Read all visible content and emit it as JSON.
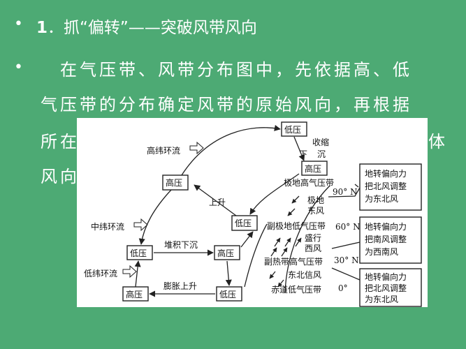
{
  "slide": {
    "title_number": "1",
    "title_rest": "．抓“偏转”——突破风带风向",
    "para_line1": "　在气压带、风带分布图中，先依据高、低",
    "para_line2": "气压带的分布确定风带的原始风向，再根据",
    "para_line3_left": "所在",
    "para_line3_right": "体",
    "para_line4_left": "风向",
    "bullet": "•"
  },
  "diagram": {
    "circulation": {
      "high": "高纬环流",
      "mid": "中纬环流",
      "low": "低纬环流"
    },
    "pressure": {
      "top_low": "低压",
      "top_high": "高压",
      "left_high_1": "高压",
      "mid_low_1": "低压",
      "left_low_2": "低压",
      "mid_high_2": "高压",
      "left_high_3": "高压",
      "mid_low_3": "低压"
    },
    "motion": {
      "shrink": "收缩",
      "down": "下",
      "sink": "沉",
      "rise": "上升",
      "pile_sink": "堆积下沉",
      "expand_rise": "膨胀上升"
    },
    "belts": {
      "polar_high": "极地高气压带",
      "polar_east_1": "极地",
      "polar_east_2": "东风",
      "subpolar_low": "副极地低气压带",
      "westerly_1": "盛行",
      "westerly_2": "西风",
      "subtropical_high": "副热带高气压带",
      "ne_trade": "东北信风",
      "equatorial_low": "赤道低气压带"
    },
    "latitudes": {
      "lat90": "90° N",
      "lat60": "60° N",
      "lat30": "30° N",
      "lat0": "0°"
    },
    "notes": {
      "n1_l1": "地转偏向力",
      "n1_l2": "把北风调整",
      "n1_l3": "为东北风",
      "n2_l1": "地转偏向力",
      "n2_l2": "把南风调整",
      "n2_l3": "为西南风",
      "n3_l1": "地转偏向力",
      "n3_l2": "把北风调整",
      "n3_l3": "为东北风"
    }
  }
}
